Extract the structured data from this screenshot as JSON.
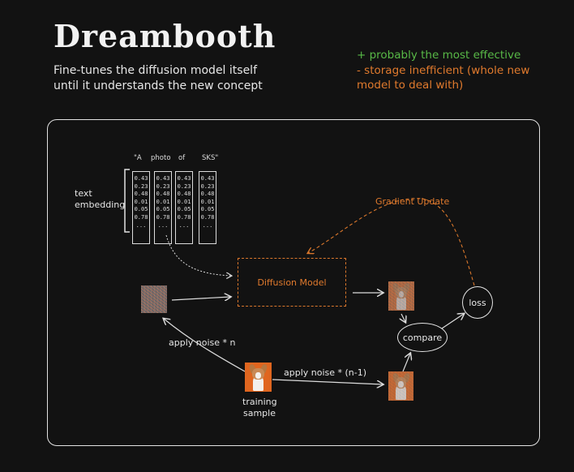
{
  "title": "Dreambooth",
  "subtitle": [
    "Fine-tunes the diffusion model itself",
    "until it understands the new concept"
  ],
  "pros_cons": {
    "pro": "+ probably the most effective",
    "con": [
      "- storage inefficient (whole new",
      "model to deal with)"
    ]
  },
  "colors": {
    "background": "#121212",
    "pro": "#58b947",
    "con": "#e07a2d",
    "accent_orange": "#e07a2d"
  },
  "diagram": {
    "tokens": [
      "\"A",
      "photo",
      "of",
      "SKS\""
    ],
    "embedding_columns": [
      [
        "0.43",
        "0.23",
        "0.48",
        "0.01",
        "0.05",
        "0.78",
        "..."
      ],
      [
        "0.43",
        "0.23",
        "0.48",
        "0.01",
        "0.05",
        "0.78",
        "..."
      ],
      [
        "0.43",
        "0.23",
        "0.48",
        "0.01",
        "0.05",
        "0.78",
        "..."
      ],
      [
        "0.43",
        "0.23",
        "0.48",
        "0.01",
        "0.05",
        "0.78",
        "..."
      ]
    ],
    "text_embedding_label": [
      "text",
      "embedding"
    ],
    "diffusion_model_label": "Diffusion Model",
    "gradient_update_label": "Gradient Update",
    "loss_label": "loss",
    "compare_label": "compare",
    "apply_noise_n_label": "apply noise * n",
    "apply_noise_n1_label": "apply noise * (n-1)",
    "training_sample_label": [
      "training",
      "sample"
    ]
  }
}
